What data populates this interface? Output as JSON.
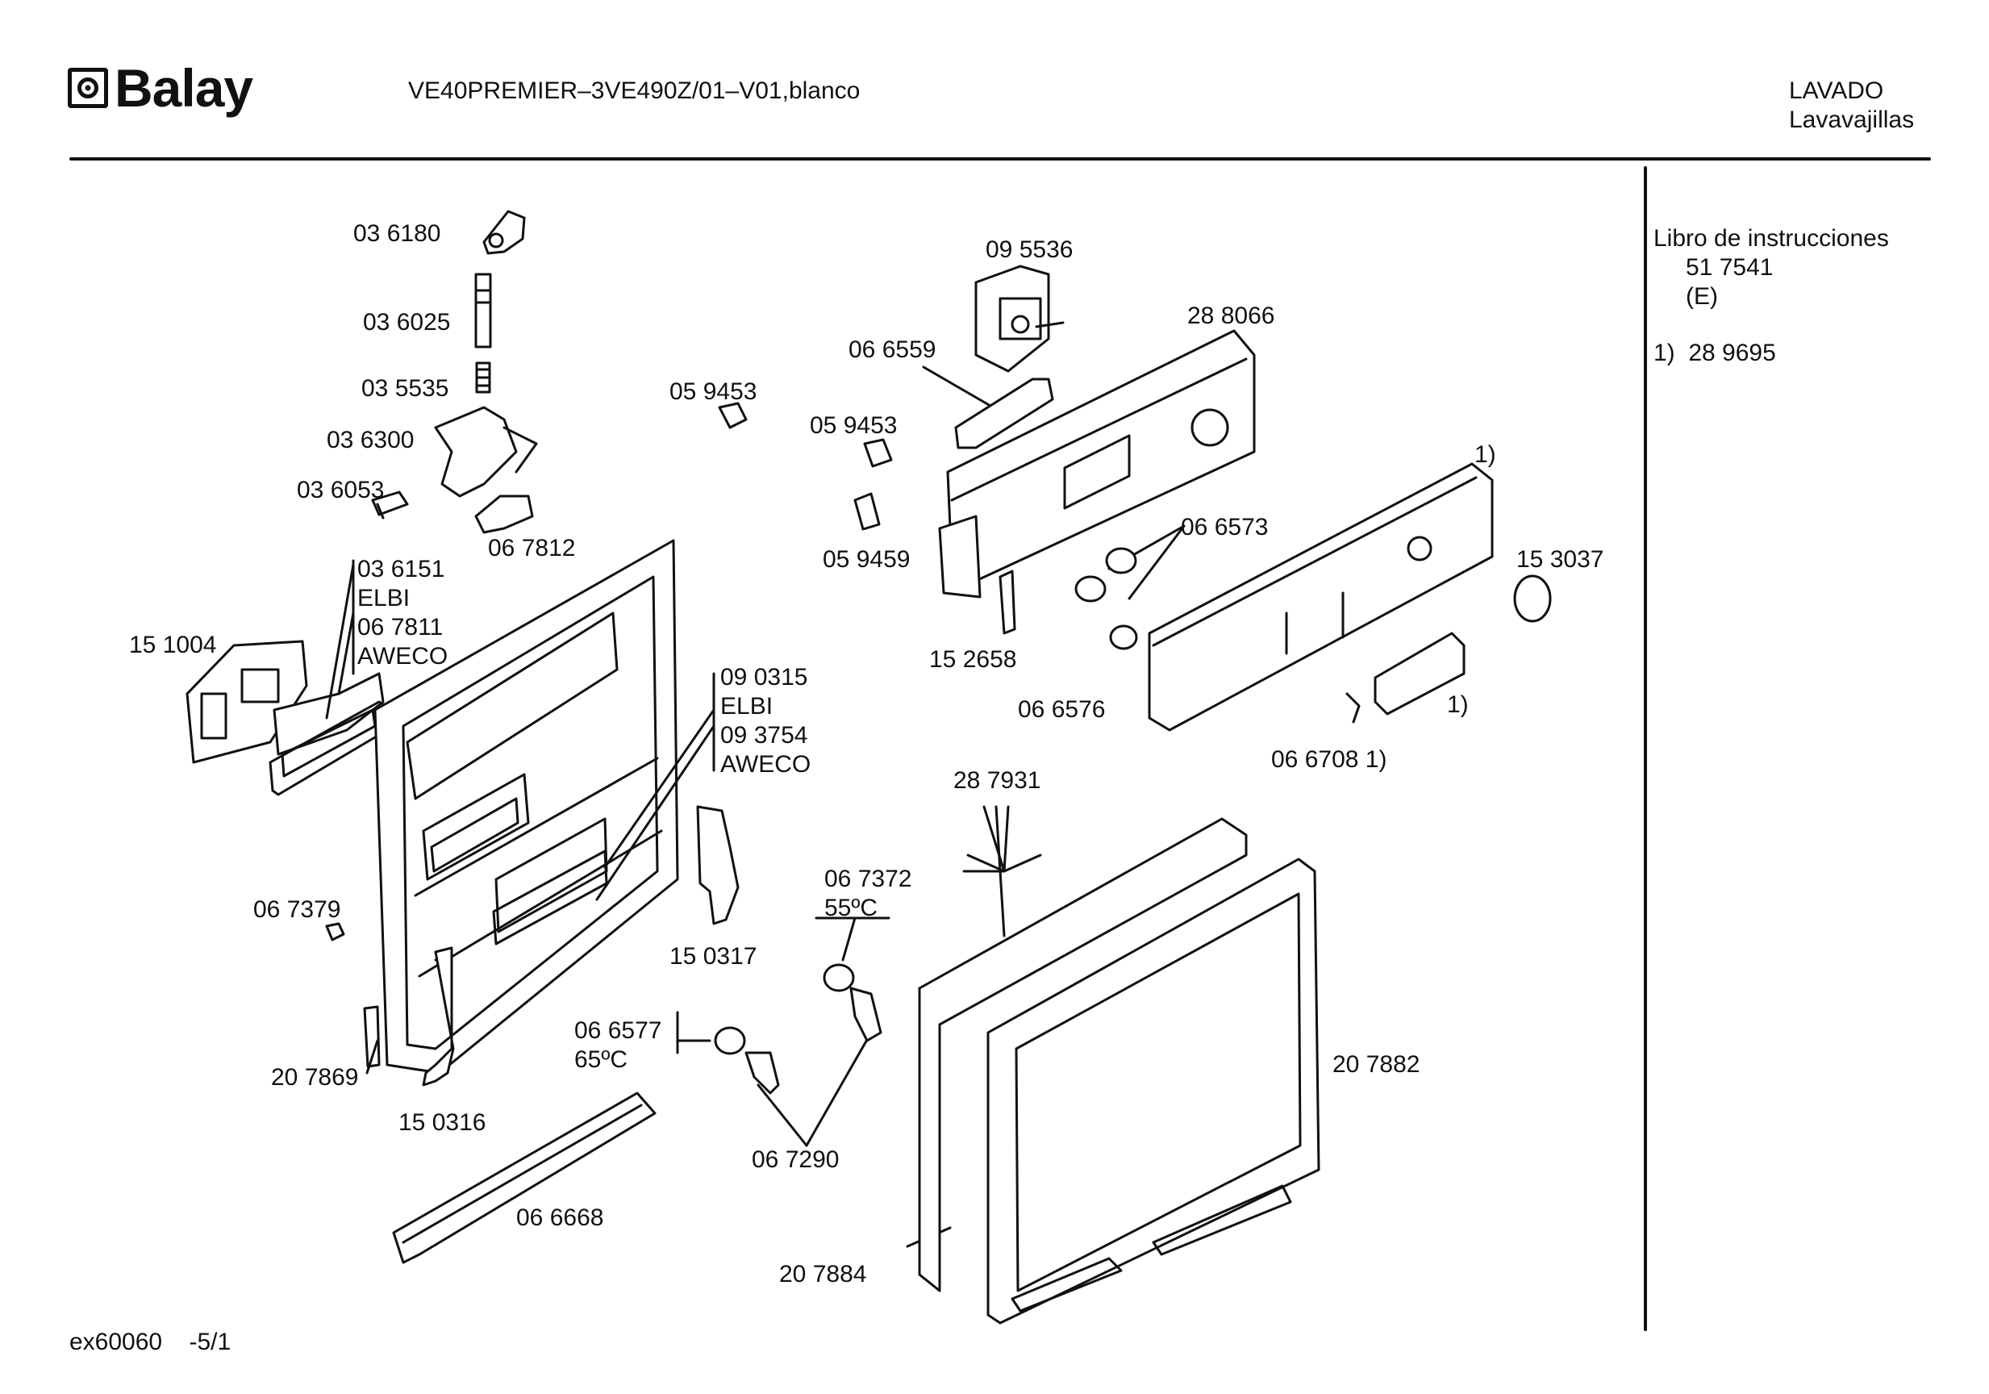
{
  "header": {
    "brand": "Balay",
    "model": "VE40PREMIER–3VE490Z/01–V01,blanco",
    "category_line1": "LAVADO",
    "category_line2": "Lavavajillas"
  },
  "sidebar": {
    "manual_title": "Libro de instrucciones",
    "manual_number": "51 7541",
    "manual_lang": "(E)",
    "note_1": "1)  28 9695"
  },
  "footer": {
    "code": "ex60060    -5/1"
  },
  "parts": {
    "p036180": "03 6180",
    "p036025": "03 6025",
    "p035535": "03 5535",
    "p036300": "03 6300",
    "p036053": "03 6053",
    "p067812": "06 7812",
    "p036151": "03 6151",
    "elbi1": "ELBI",
    "p067811": "06 7811",
    "aweco1": "AWECO",
    "p151004": "15 1004",
    "p059453a": "05 9453",
    "p095536": "09 5536",
    "p066559": "06 6559",
    "p288066": "28 8066",
    "p059453b": "05 9453",
    "p059459": "05 9459",
    "note_top": "1)",
    "p066573": "06 6573",
    "p153037": "15 3037",
    "p152658": "15 2658",
    "p066576": "06 6576",
    "note_mid": "1)",
    "p066708": "06 6708 1)",
    "p090315": "09 0315",
    "elbi2": "ELBI",
    "p093754": "09 3754",
    "aweco2": "AWECO",
    "p287931": "28 7931",
    "p067372": "06 7372",
    "temp55": "55ºC",
    "p067379": "06 7379",
    "p150317": "15 0317",
    "p066577": "06 6577",
    "temp65": "65ºC",
    "p207882": "20 7882",
    "p207869": "20 7869",
    "p150316": "15 0316",
    "p067290": "06 7290",
    "p066668": "06 6668",
    "p207884": "20 7884"
  }
}
